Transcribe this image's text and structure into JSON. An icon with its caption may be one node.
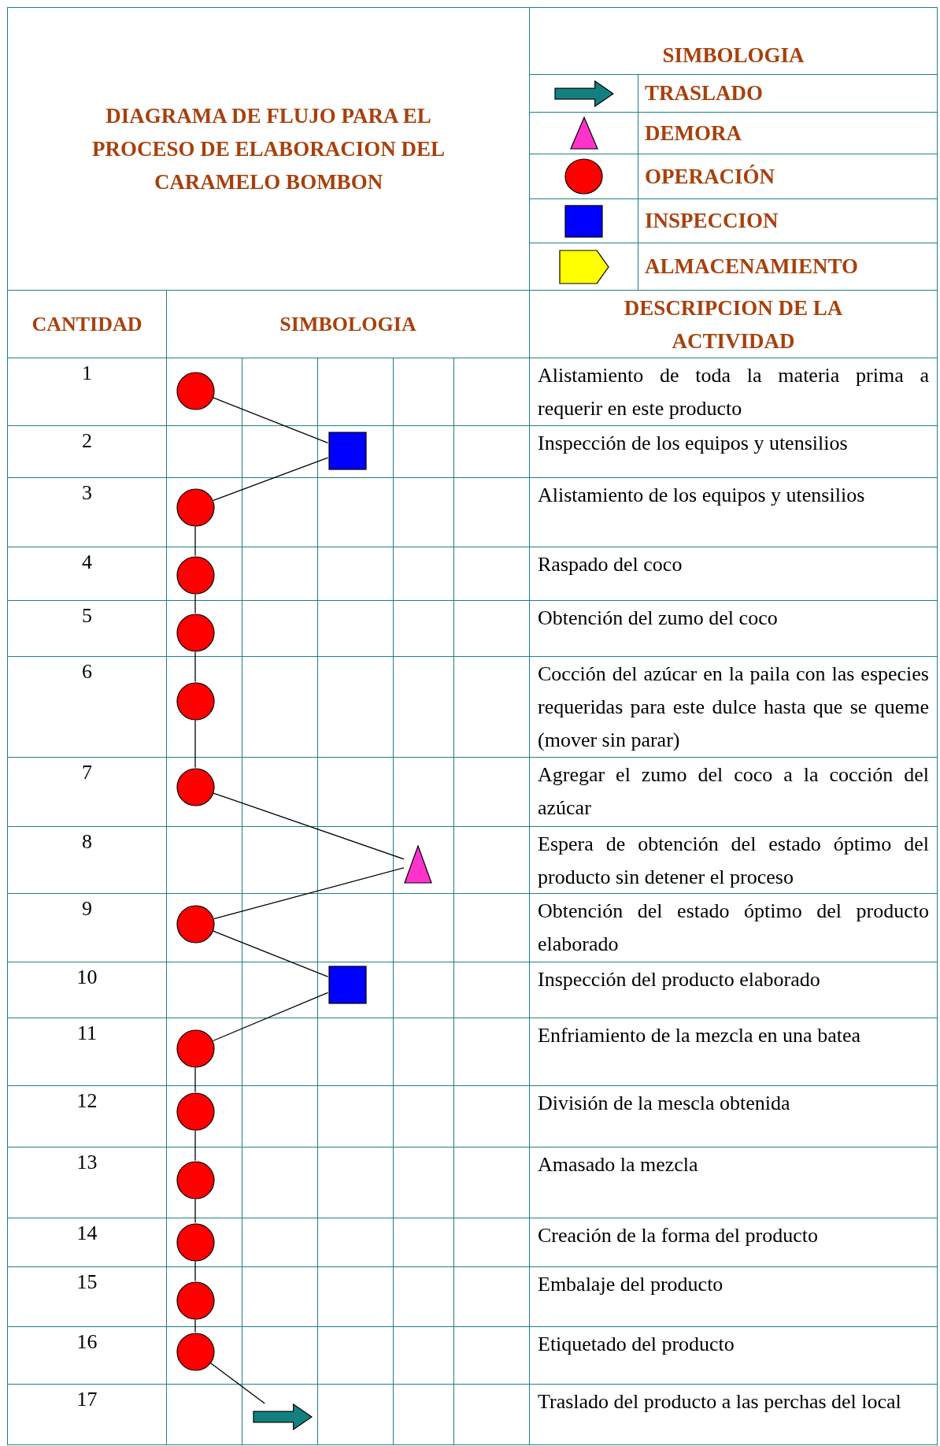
{
  "diagram": {
    "title": "DIAGRAMA DE FLUJO PARA EL PROCESO DE ELABORACION DEL CARAMELO BOMBON",
    "nodes": [
      {
        "text": [],
        "shape": "circle"
      },
      {
        "text": [],
        "shape": "box"
      },
      {
        "text": [],
        "shape": "circle"
      },
      {
        "text": [],
        "shape": "circle"
      },
      {
        "text": [],
        "shape": "circle"
      },
      {
        "text": [],
        "shape": "circle"
      },
      {
        "text": [],
        "shape": "circle"
      },
      {
        "text": [],
        "shape": "triangle"
      },
      {
        "text": [],
        "shape": "circle"
      },
      {
        "text": [],
        "shape": "box"
      },
      {
        "text": [],
        "shape": "circle"
      },
      {
        "text": [],
        "shape": "circle"
      },
      {
        "text": [],
        "shape": "circle"
      },
      {
        "text": [],
        "shape": "circle"
      },
      {
        "text": [],
        "shape": "circle"
      },
      {
        "text": [],
        "shape": "circle"
      },
      {
        "text": [],
        "shape": "arrow"
      }
    ],
    "edges": [
      {
        "from": 0,
        "to": 1,
        "arrow": "none"
      },
      {
        "from": 1,
        "to": 2,
        "arrow": "none"
      },
      {
        "from": 2,
        "to": 3,
        "arrow": "none"
      },
      {
        "from": 3,
        "to": 4,
        "arrow": "none"
      },
      {
        "from": 4,
        "to": 5,
        "arrow": "none"
      },
      {
        "from": 5,
        "to": 6,
        "arrow": "none"
      },
      {
        "from": 6,
        "to": 7,
        "arrow": "none"
      },
      {
        "from": 7,
        "to": 8,
        "arrow": "none"
      },
      {
        "from": 8,
        "to": 9,
        "arrow": "none"
      },
      {
        "from": 9,
        "to": 10,
        "arrow": "none"
      },
      {
        "from": 10,
        "to": 11,
        "arrow": "none"
      },
      {
        "from": 11,
        "to": 12,
        "arrow": "none"
      },
      {
        "from": 12,
        "to": 13,
        "arrow": "none"
      },
      {
        "from": 13,
        "to": 14,
        "arrow": "none"
      },
      {
        "from": 14,
        "to": 15,
        "arrow": "none"
      },
      {
        "from": 15,
        "to": 16,
        "arrow": "none"
      }
    ],
    "labels": [
      "SIMBOLOGIA",
      "CANTIDAD",
      "SIMBOLOGIA",
      "DESCRIPCION DE LA ACTIVIDAD",
      "1",
      "Alistamiento de toda la materia prima a requerir en este producto",
      "2",
      "Inspección de los equipos y utensilios",
      "3",
      "Alistamiento de los equipos y utensilios",
      "4",
      "Raspado del coco",
      "5",
      "Obtención del zumo del coco",
      "6",
      "Cocción del azúcar en la paila con las especies requeridas para este dulce hasta que se queme (mover sin parar)",
      "7",
      "Agregar el zumo del coco a la cocción del azúcar",
      "8",
      "Espera de obtención del estado óptimo del producto sin detener el proceso",
      "9",
      "Obtención del estado óptimo del producto elaborado",
      "10",
      "Inspección del producto elaborado",
      "11",
      "Enfriamiento de la mezcla en una batea",
      "12",
      "División de la mescla obtenida",
      "13",
      "Amasado la mezcla",
      "14",
      "Creación de la forma del producto",
      "15",
      "Embalaje del producto",
      "16",
      "Etiquetado del producto",
      "17",
      "Traslado del producto a las perchas del local"
    ],
    "legend": [
      {
        "text": "TRASLADO"
      },
      {
        "text": "DEMORA"
      },
      {
        "text": "OPERACIÓN"
      },
      {
        "text": "INSPECCION"
      },
      {
        "text": "ALMACENAMIENTO"
      }
    ]
  }
}
